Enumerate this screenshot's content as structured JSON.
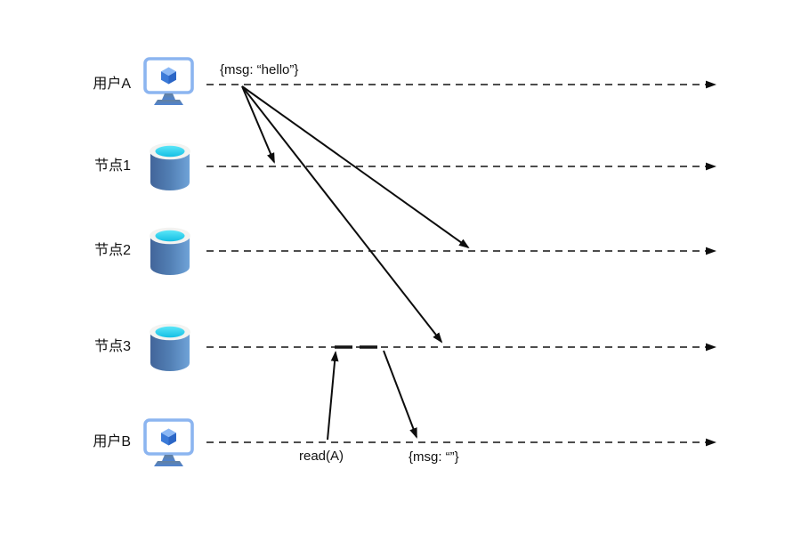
{
  "diagram": {
    "description": "Timeline diagram of a user broadcasting a message to three replica nodes while another user reads stale data",
    "rows": [
      {
        "label": "用户A",
        "icon": "user-monitor-icon",
        "kind": "user"
      },
      {
        "label": "节点1",
        "icon": "database-cylinder-icon",
        "kind": "node"
      },
      {
        "label": "节点2",
        "icon": "database-cylinder-icon",
        "kind": "node"
      },
      {
        "label": "节点3",
        "icon": "database-cylinder-icon",
        "kind": "node"
      },
      {
        "label": "用户B",
        "icon": "user-monitor-icon",
        "kind": "user"
      }
    ],
    "annotations": {
      "broadcast_message": "{msg: “hello”}",
      "read_call": "read(A)",
      "read_response": "{msg: “”}"
    },
    "arrows": [
      {
        "from": "用户A",
        "to": "节点1",
        "meaning": "replicate msg hello"
      },
      {
        "from": "用户A",
        "to": "节点2",
        "meaning": "replicate msg hello"
      },
      {
        "from": "用户A",
        "to": "节点3",
        "meaning": "replicate msg hello"
      },
      {
        "from": "用户B",
        "to": "节点3",
        "meaning": "read(A) request"
      },
      {
        "from": "节点3",
        "to": "用户B",
        "meaning": "empty msg response"
      }
    ]
  },
  "colors": {
    "background": "#ffffff",
    "timeline_dash": "#4d4d4d",
    "arrow_black": "#0d0d0d",
    "text": "#111111",
    "monitor_frame": "#8cb5f0",
    "monitor_screen": "#ffffff",
    "cube_top": "#8bb8f5",
    "cube_left": "#3b7ad8",
    "cube_right": "#2b66c6",
    "stand_top": "#64819f",
    "stand_bottom": "#4d82d2",
    "cylinder_rim": "#f3f3f1",
    "cylinder_water_light": "#5ce6f8",
    "cylinder_water_dark": "#14bfe4",
    "cylinder_body_dark": "#42659a",
    "cylinder_body_mid": "#527fb4",
    "cylinder_body_light": "#6fa3d8"
  }
}
